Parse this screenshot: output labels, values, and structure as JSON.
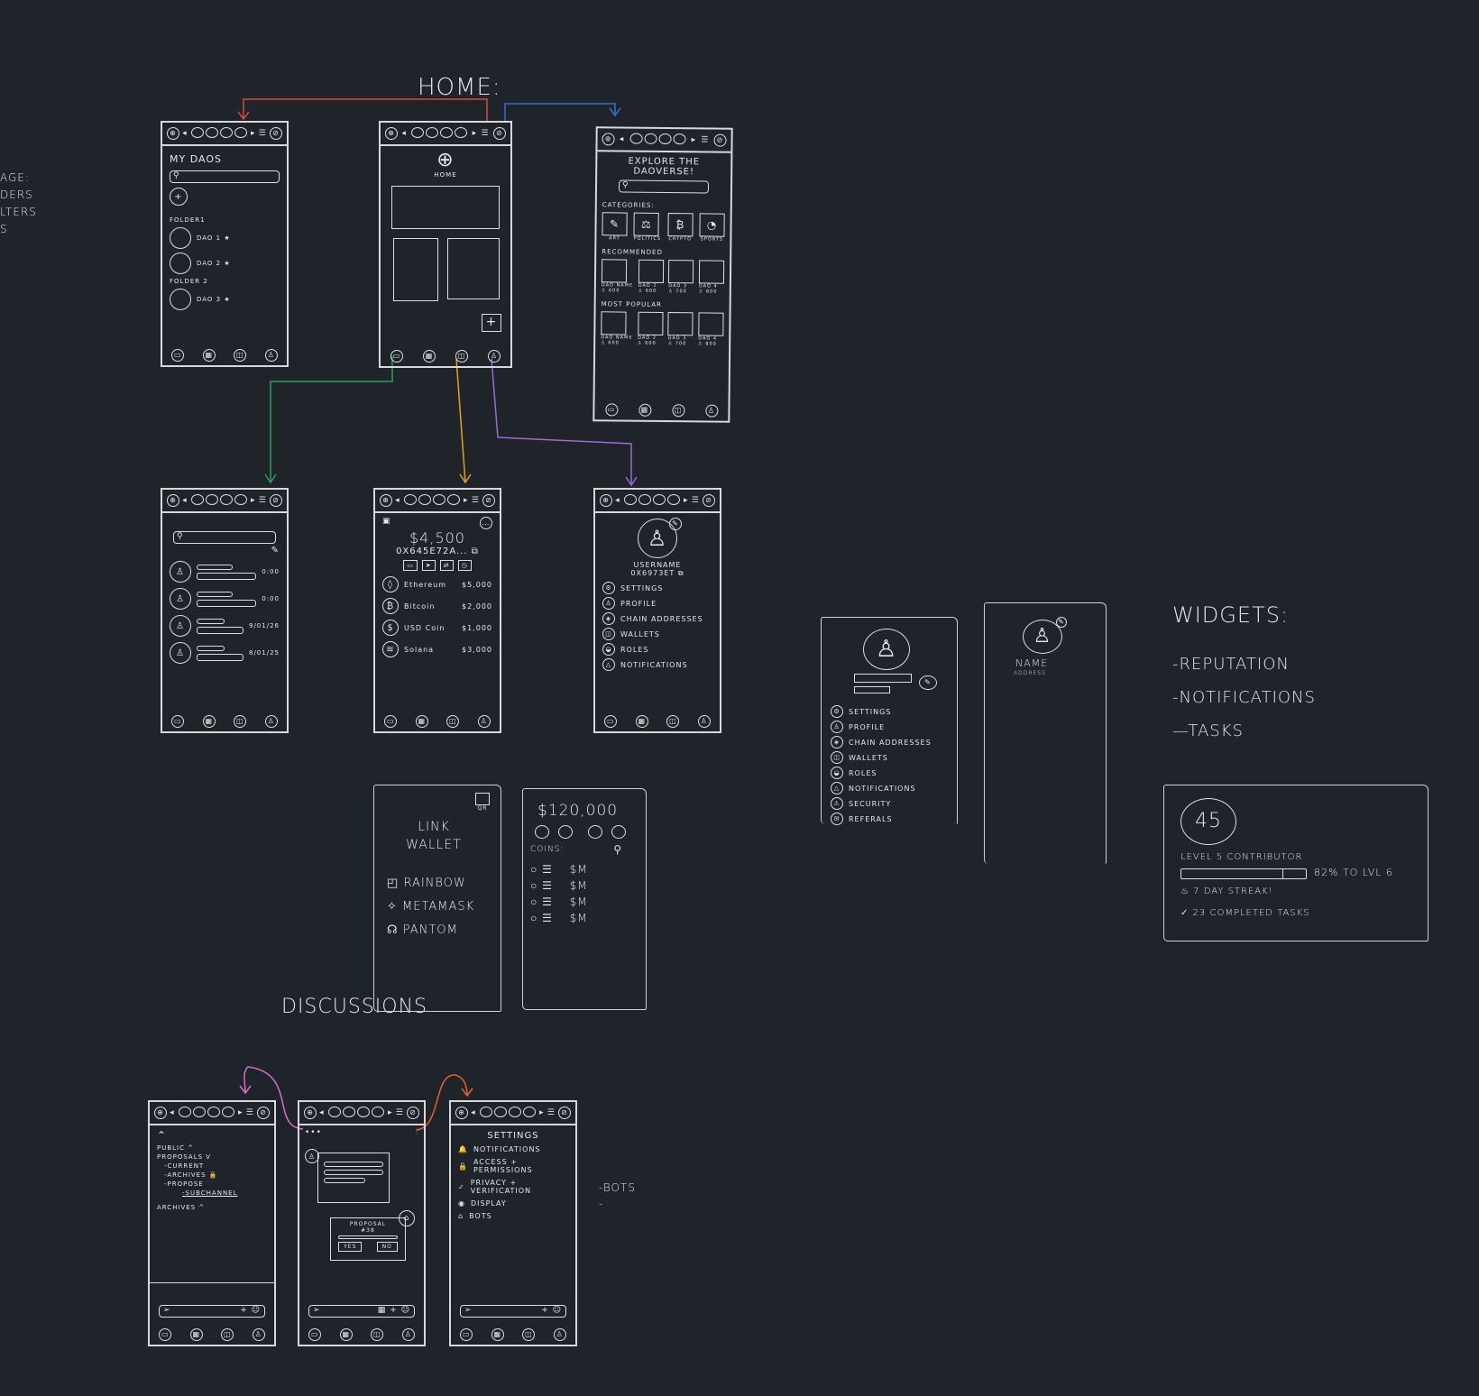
{
  "canvas": {
    "background": "#1f242b",
    "stroke": "#e6e6e6"
  },
  "arrows": {
    "red": "#d9483b",
    "blue": "#2f6fd6",
    "green": "#2e9e52",
    "yellow": "#e0a020",
    "purple": "#9a6ad6",
    "pink": "#d86cc8",
    "orange": "#e0632a"
  },
  "labels": {
    "home": "HOME:",
    "discussions": "DISCUSSIONS",
    "left_partial": [
      "AGE:",
      "DERS",
      "LTERS",
      "S"
    ],
    "widgets_title": "WIDGETS:",
    "widgets": [
      "-REPUTATION",
      "-NOTIFICATIONS",
      "—TASKS"
    ],
    "bots_note": [
      "-BOTS",
      "-"
    ]
  },
  "icons": {
    "topbar": [
      "globe-icon",
      "chevron-left-icon",
      "tab-oval",
      "chevron-right-icon",
      "menu-icon",
      "compass-icon"
    ],
    "bottom_nav": [
      "chat-icon",
      "grid-icon",
      "wallet-icon",
      "user-icon"
    ]
  },
  "my_daos": {
    "title": "MY DAOs",
    "folders": [
      {
        "name": "FOLDER1",
        "daos": [
          "DAO 1 ★",
          "DAO 2 ★"
        ]
      },
      {
        "name": "FOLDER 2",
        "daos": [
          "DAO 3 ★"
        ]
      }
    ]
  },
  "home": {
    "logo_label": "HOME",
    "add": "+"
  },
  "explore": {
    "title": "EXPLORE THE DAOVERSE!",
    "categories_label": "CATEGORIES:",
    "categories": [
      "ART",
      "POLITICS",
      "CRYPTO",
      "SPORTS"
    ],
    "recommended_label": "RECOMMENDED",
    "popular_label": "MOST POPULAR",
    "daos": [
      {
        "name": "DAO NAME",
        "members": "600"
      },
      {
        "name": "DAO 2",
        "members": "600"
      },
      {
        "name": "DAO 3",
        "members": "700"
      },
      {
        "name": "DAO 4",
        "members": "800"
      }
    ]
  },
  "chats": {
    "times": [
      "0:00",
      "0:00",
      "9/01/26",
      "8/01/25"
    ]
  },
  "wallet": {
    "balance": "$4,500",
    "address": "0x645e72a...",
    "assets": [
      {
        "name": "Ethereum",
        "value": "$5,000",
        "icon": "◊"
      },
      {
        "name": "Bitcoin",
        "value": "$2,000",
        "icon": "₿"
      },
      {
        "name": "USD Coin",
        "value": "$1,000",
        "icon": "$"
      },
      {
        "name": "Solana",
        "value": "$3,000",
        "icon": "≋"
      }
    ]
  },
  "profile": {
    "username": "USERNAME",
    "address": "0x6973eT",
    "menu": [
      "SETTINGS",
      "PROFILE",
      "CHAIN ADDRESSES",
      "WALLETS",
      "ROLES",
      "NOTIFICATIONS"
    ]
  },
  "link_wallet": {
    "qr": "QR",
    "title": "LINK WALLET",
    "options": [
      "RAINBOW",
      "METAMASK",
      "PANTOM"
    ]
  },
  "coins": {
    "total": "$120,000",
    "label": "COINS:",
    "rows": [
      "$M",
      "$M",
      "$M",
      "$M"
    ]
  },
  "profile_alt1": {
    "menu": [
      "SETTINGS",
      "PROFILE",
      "CHAIN ADDRESSES",
      "WALLETS",
      "ROLES",
      "NOTIFICATIONS",
      "SECURITY",
      "REFERALS"
    ]
  },
  "profile_alt2": {
    "name": "NAME",
    "address": "ADDRESS"
  },
  "reputation": {
    "score": "45",
    "level": "LEVEL 5 CONTRIBUTOR",
    "progress_percent": 82,
    "progress_text": "82% TO LVL 6",
    "streak": "7 DAY STREAK!",
    "tasks": "✓ 23 COMPLETED TASKS"
  },
  "channels": {
    "items": [
      "PUBLIC ^",
      "PROPOSALS v",
      "-CURRENT",
      "-ARCHIVES 🔒",
      "-PROPOSE",
      "-SUBCHANNEL",
      "ARCHIVES ^"
    ]
  },
  "thread": {
    "menu": "•••",
    "proposal_title": "PROPOSAL",
    "proposal_number": "#38",
    "yes": "YES",
    "no": "NO"
  },
  "settings": {
    "title": "SETTINGS",
    "items": [
      "NOTIFICATIONS",
      "ACCESS + PERMISSIONS",
      "PRIVACY + VERIFICATION",
      "DISPLAY",
      "BOTS"
    ],
    "icons": [
      "🔔",
      "🔒",
      "✓",
      "◉",
      "⌂"
    ]
  }
}
